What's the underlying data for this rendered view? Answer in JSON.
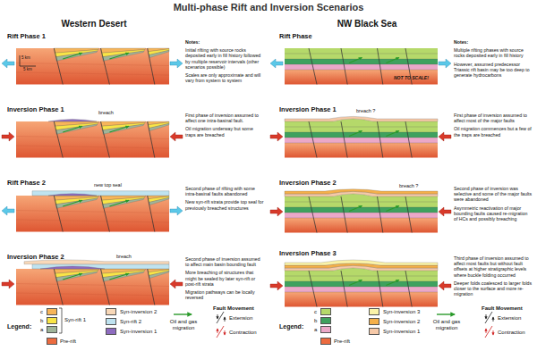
{
  "diagram": {
    "title": "Multi-phase Rift and Inversion Scenarios",
    "labels": [
      "Western Desert",
      "NW Black Sea",
      "Rift Phase 1",
      "5 km",
      "5 km",
      "Notes:",
      "Initial rifting with source rocks deposited early in fill history followed by multiple reservoir intervals (other scenarios possible)",
      "Scales are only approximate and will vary from system to system",
      "Inversion Phase 1",
      "breach",
      "First phase of inversion assumed to affect one intra-basinal fault.",
      "Oil migration underway but some traps are breached",
      "Rift Phase 2",
      "new top seal",
      "Second phase of rifting with some intra-basinal faults abandoned",
      "New syn-rift strata provide top seal for previously breached structures",
      "Inversion Phase 2",
      "breach",
      "Second phase of inversion assumed to affect main basin bounding fault",
      "More breaching of structures that might be sealed by later syn-rift or post-rift strata",
      "Migration pathways can be locally reversed",
      "Rift Phase",
      "NOT TO SCALE!",
      "Notes:",
      "Multiple rifting phases with source rocks deposited early in fill history",
      "However, assumed predecessor Triassic rift basin may be too deep to generate hydrocarbons",
      "Inversion Phase 1",
      "breach ?",
      "First phase of inversion assumed to affect most of the major faults",
      "Oil migration commences but a few of the traps are breached",
      "Inversion Phase 2",
      "breach ?",
      "Second phase of inversion was selective and some of the major faults were abandoned",
      "Asymmetric reactivation of major bounding faults caused re-migration of HCs and possibly breaching",
      "Inversion Phase 3",
      "Third phase of inversion assumed to affect most faults but without fault offsets at higher stratigraphic levels where buckle folding occurred",
      "Deeper folds coalesced to larger folds closer to the surface and more re-migration",
      "Legend:",
      "Syn-rift 1",
      "Fault Movement",
      "Legend:",
      "Fault Movement"
    ],
    "legend": [
      {
        "text": "c",
        "color": "#f7b55a"
      },
      {
        "text": "b",
        "color": "#f9e547"
      },
      {
        "text": "a",
        "color": "#9fb59a"
      },
      {
        "text": "Pre-rift",
        "color": "#ec6b3f"
      },
      {
        "text": "Syn-inversion 2",
        "color": "#f8d8b8"
      },
      {
        "text": "Syn-rift 2",
        "color": "#bfe3f0"
      },
      {
        "text": "Syn-inversion 1",
        "color": "#8e6cc0"
      },
      {
        "text": "Oil and gas migration"
      },
      {
        "text": "Extension"
      },
      {
        "text": "Contraction"
      },
      {
        "text": "c",
        "color": "#b5d96a"
      },
      {
        "text": "b",
        "color": "#3fa15e"
      },
      {
        "text": "a",
        "color": "#eba8c8"
      },
      {
        "text": "Pre-rift",
        "color": "#ec6b3f"
      },
      {
        "text": "Syn-inversion 3",
        "color": "#fbf3a8"
      },
      {
        "text": "Syn-inversion 2",
        "color": "#f5b04a"
      },
      {
        "text": "Syn-inversion 1",
        "color": "#f6c9a8"
      },
      {
        "text": "Oil and gas migration"
      },
      {
        "text": "Extension"
      },
      {
        "text": "Contraction"
      }
    ]
  }
}
